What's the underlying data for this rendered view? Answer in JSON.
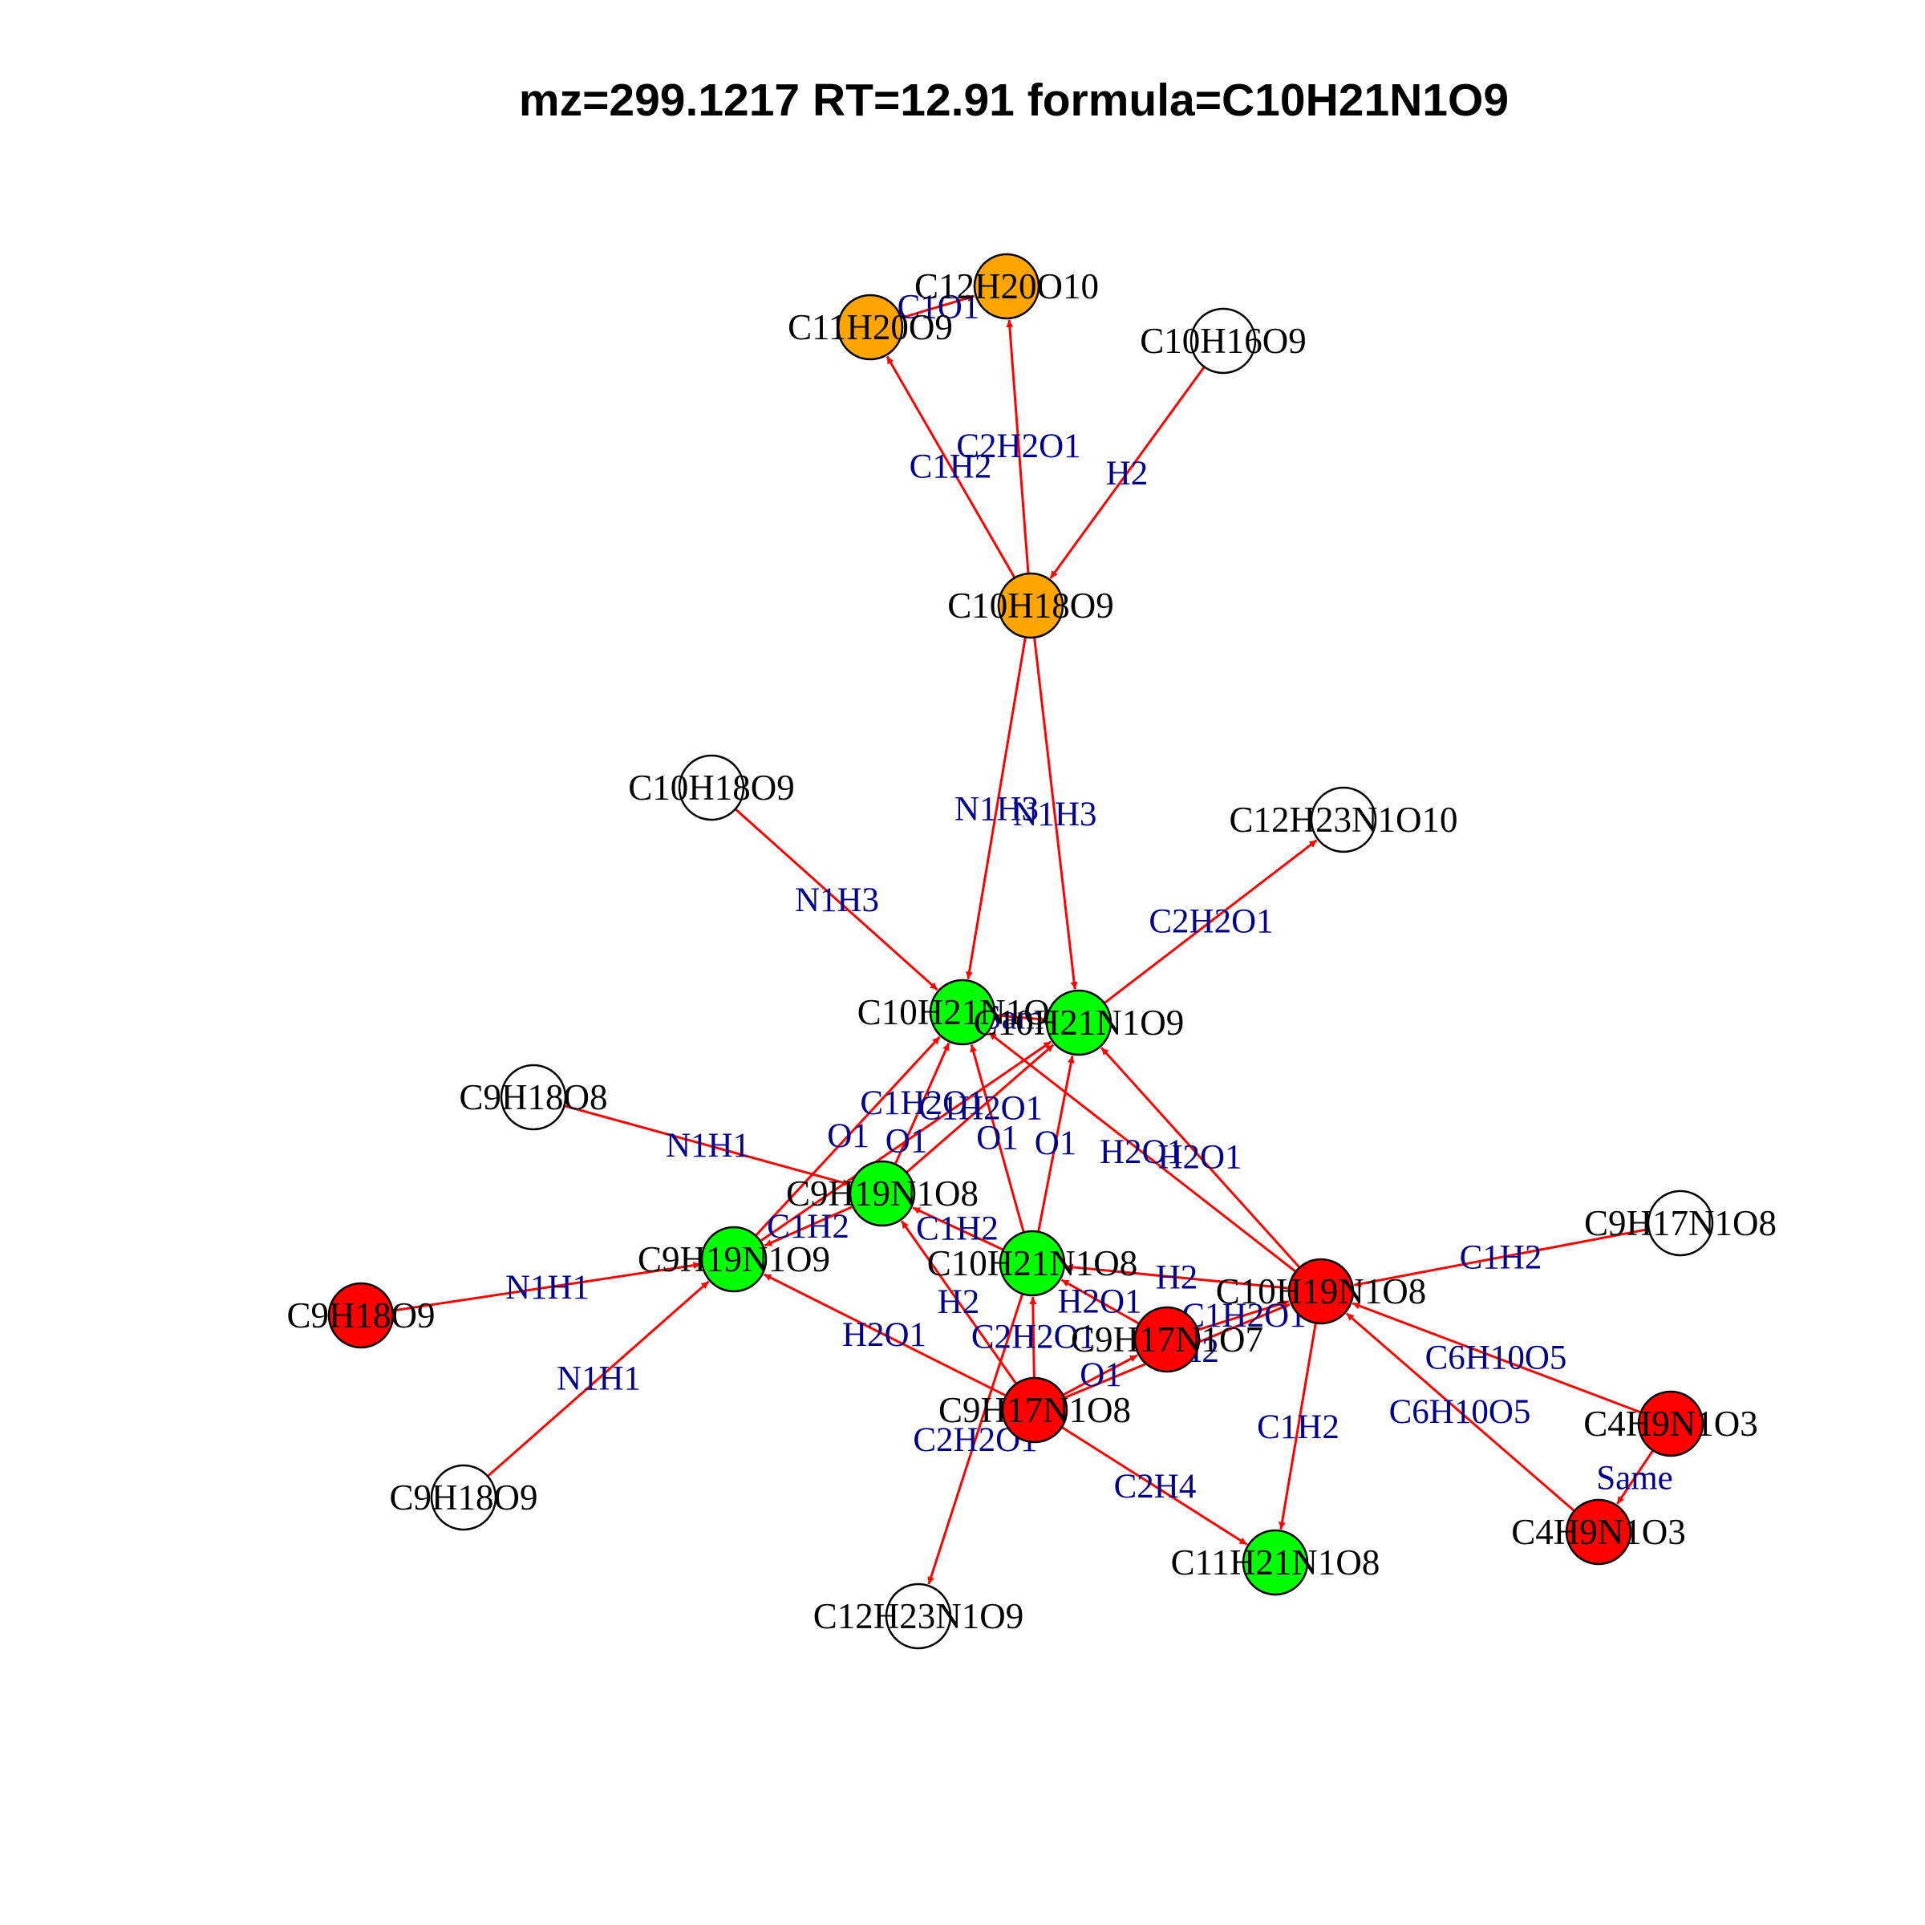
{
  "title": "mz=299.1217 RT=12.91 formula=C10H21N1O9",
  "colors": {
    "orange": "#ffa500",
    "green": "#00ff00",
    "red": "#ff0000",
    "white": "#ffffff",
    "edge": "#ff0000",
    "edge_label": "#00008b"
  },
  "nodes": [
    {
      "id": "n1",
      "label": "C11H20O9",
      "color": "orange"
    },
    {
      "id": "n2",
      "label": "C12H20O10",
      "color": "orange"
    },
    {
      "id": "n3",
      "label": "C10H16O9",
      "color": "white"
    },
    {
      "id": "n4",
      "label": "C10H18O9",
      "color": "orange"
    },
    {
      "id": "n5",
      "label": "C10H18O9",
      "color": "white"
    },
    {
      "id": "n6",
      "label": "C12H23N1O10",
      "color": "white"
    },
    {
      "id": "n7",
      "label": "C10H21N1O9",
      "color": "green"
    },
    {
      "id": "n8",
      "label": "C10H21N1O9",
      "color": "green"
    },
    {
      "id": "n9",
      "label": "C9H18O8",
      "color": "white"
    },
    {
      "id": "n10",
      "label": "C9H19N1O8",
      "color": "green"
    },
    {
      "id": "n11",
      "label": "C9H19N1O9",
      "color": "green"
    },
    {
      "id": "n12",
      "label": "C10H21N1O8",
      "color": "green"
    },
    {
      "id": "n13",
      "label": "C10H19N1O8",
      "color": "red"
    },
    {
      "id": "n14",
      "label": "C9H17N1O8",
      "color": "white"
    },
    {
      "id": "n15",
      "label": "C9H18O9",
      "color": "red"
    },
    {
      "id": "n16",
      "label": "C9H17N1O7",
      "color": "red"
    },
    {
      "id": "n17",
      "label": "C9H17N1O8",
      "color": "red"
    },
    {
      "id": "n18",
      "label": "C4H9N1O3",
      "color": "red"
    },
    {
      "id": "n19",
      "label": "C4H9N1O3",
      "color": "red"
    },
    {
      "id": "n20",
      "label": "C9H18O9",
      "color": "white"
    },
    {
      "id": "n21",
      "label": "C11H21N1O8",
      "color": "green"
    },
    {
      "id": "n22",
      "label": "C12H23N1O9",
      "color": "white"
    }
  ],
  "edges": [
    {
      "from": "n4",
      "to": "n1",
      "label": "C1H2"
    },
    {
      "from": "n4",
      "to": "n2",
      "label": "C2H2O1"
    },
    {
      "from": "n1",
      "to": "n2",
      "label": "C1O1"
    },
    {
      "from": "n3",
      "to": "n4",
      "label": "H2"
    },
    {
      "from": "n4",
      "to": "n7",
      "label": "N1H3"
    },
    {
      "from": "n4",
      "to": "n8",
      "label": "N1H3"
    },
    {
      "from": "n5",
      "to": "n7",
      "label": "N1H3"
    },
    {
      "from": "n8",
      "to": "n6",
      "label": "C2H2O1"
    },
    {
      "from": "n7",
      "to": "n8",
      "label": "Same"
    },
    {
      "from": "n9",
      "to": "n10",
      "label": "N1H1"
    },
    {
      "from": "n10",
      "to": "n7",
      "label": "C1H2O1"
    },
    {
      "from": "n10",
      "to": "n8",
      "label": "C1H2O1"
    },
    {
      "from": "n10",
      "to": "n11",
      "label": "C1H2"
    },
    {
      "from": "n11",
      "to": "n7",
      "label": "O1"
    },
    {
      "from": "n11",
      "to": "n8",
      "label": "O1"
    },
    {
      "from": "n12",
      "to": "n7",
      "label": "O1"
    },
    {
      "from": "n12",
      "to": "n8",
      "label": "O1"
    },
    {
      "from": "n12",
      "to": "n10",
      "label": "C1H2"
    },
    {
      "from": "n13",
      "to": "n7",
      "label": "H2O1"
    },
    {
      "from": "n13",
      "to": "n8",
      "label": "H2O1"
    },
    {
      "from": "n13",
      "to": "n12",
      "label": "H2"
    },
    {
      "from": "n14",
      "to": "n13",
      "label": "C1H2"
    },
    {
      "from": "n15",
      "to": "n11",
      "label": "N1H1"
    },
    {
      "from": "n16",
      "to": "n13",
      "label": "C1H2O1"
    },
    {
      "from": "n16",
      "to": "n12",
      "label": "H2O1"
    },
    {
      "from": "n17",
      "to": "n16",
      "label": "O1"
    },
    {
      "from": "n17",
      "to": "n10",
      "label": "H2"
    },
    {
      "from": "n17",
      "to": "n11",
      "label": "H2O1"
    },
    {
      "from": "n17",
      "to": "n12",
      "label": "C2H2O1"
    },
    {
      "from": "n17",
      "to": "n13",
      "label": "C1H2"
    },
    {
      "from": "n17",
      "to": "n21",
      "label": "C2H4"
    },
    {
      "from": "n13",
      "to": "n21",
      "label": "C1H2"
    },
    {
      "from": "n18",
      "to": "n13",
      "label": "C6H10O5"
    },
    {
      "from": "n19",
      "to": "n13",
      "label": "C6H10O5"
    },
    {
      "from": "n18",
      "to": "n19",
      "label": "Same"
    },
    {
      "from": "n20",
      "to": "n11",
      "label": "N1H1"
    },
    {
      "from": "n12",
      "to": "n22",
      "label": "C2H2O1"
    }
  ]
}
